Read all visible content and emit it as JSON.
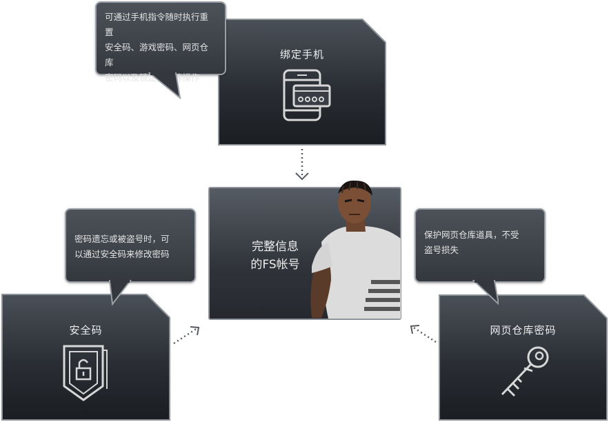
{
  "cards": {
    "phone": {
      "title": "绑定手机",
      "icon": "phone-card-icon"
    },
    "security": {
      "title": "安全码",
      "icon": "shield-lock-icon"
    },
    "storage": {
      "title": "网页仓库密码",
      "icon": "key-icon"
    }
  },
  "bubbles": {
    "phone": [
      "可通过手机指令随时执行重置",
      "安全码、游戏密码、网页仓库",
      "密码以及锁定账号等操作"
    ],
    "security": [
      "密码遗忘或被盗号时，可",
      "以通过安全码来修改密码"
    ],
    "storage": [
      "保护网页仓库道具，不受",
      "盗号损失"
    ]
  },
  "center": {
    "line1": "完整信息",
    "line2": "的FS帐号",
    "character": "character-portrait"
  },
  "colors": {
    "card_bg": "#2a2e34",
    "border": "#8f949b",
    "text": "#eeeeee",
    "arrow": "#555a60"
  }
}
